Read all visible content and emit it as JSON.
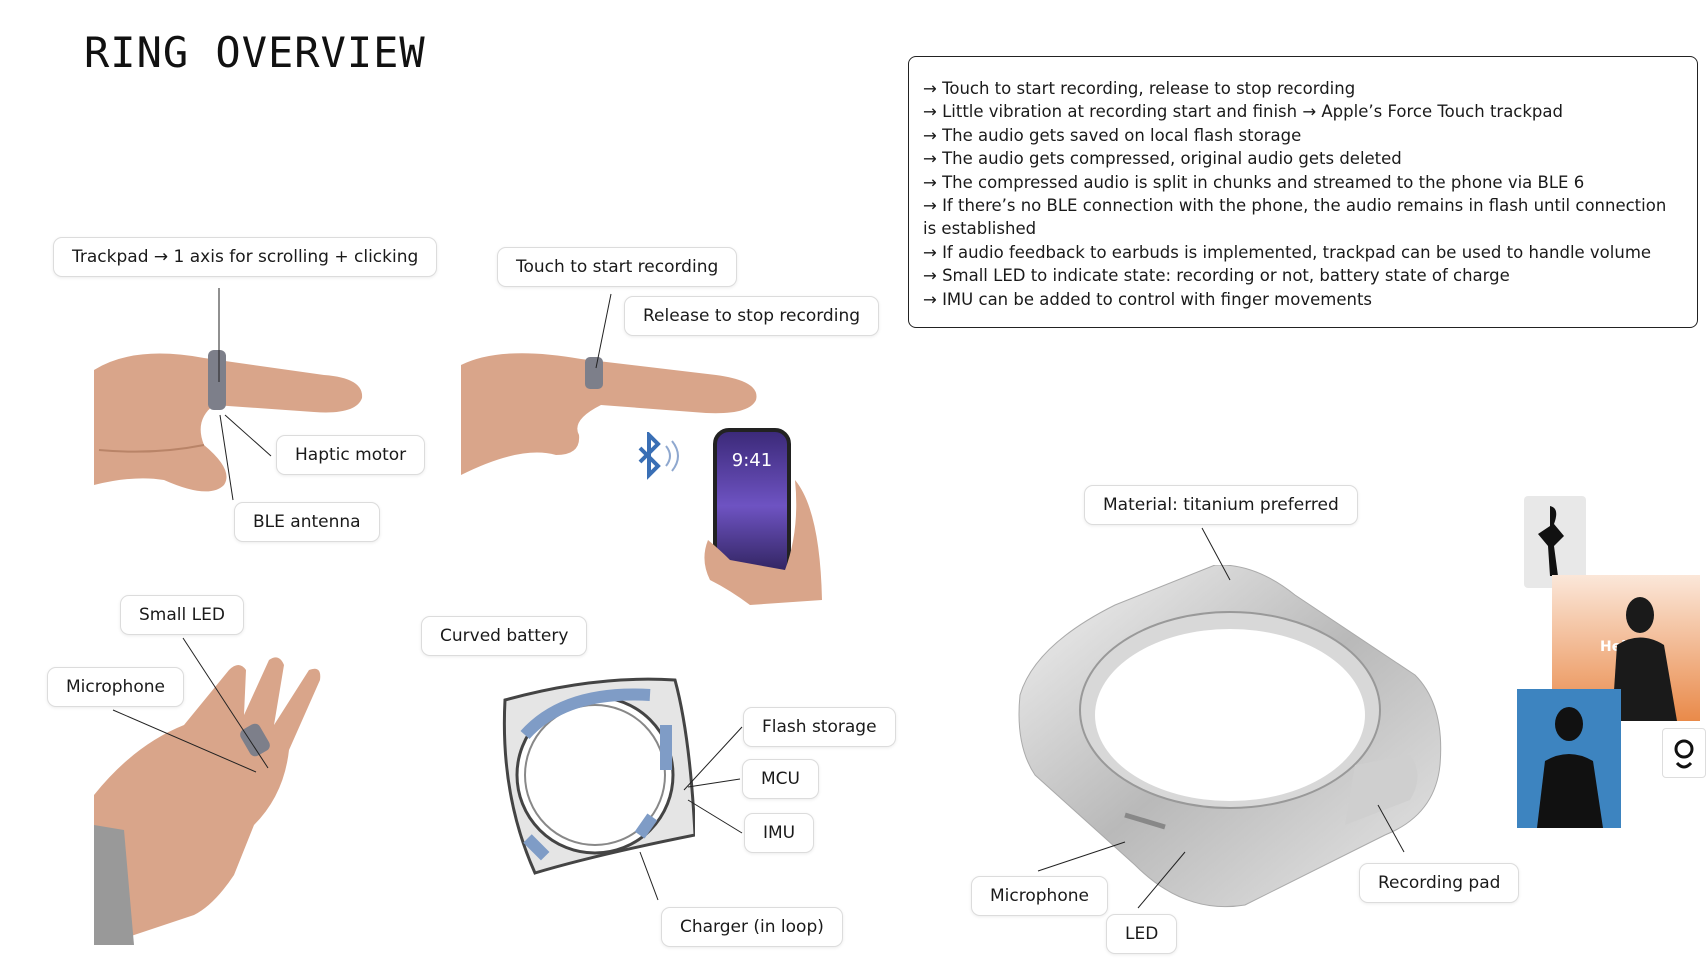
{
  "title": "RING OVERVIEW",
  "notes": [
    "→ Touch to start recording, release to stop recording",
    "→ Little vibration at recording start and finish → Apple’s Force Touch trackpad",
    "→ The audio gets saved on local flash storage",
    "→ The audio gets compressed, original audio gets deleted",
    "→ The compressed audio is split in chunks and streamed to the phone via BLE 6",
    "→ If there’s no BLE connection with the phone, the audio remains in flash until connection is established",
    "→ If audio feedback to earbuds is implemented, trackpad can be used to handle volume",
    "→ Small LED to indicate state: recording or not, battery state of charge",
    "→ IMU can be added to control with finger movements"
  ],
  "labels": {
    "trackpad": "Trackpad → 1 axis for scrolling + clicking",
    "haptic": "Haptic motor",
    "ble": "BLE antenna",
    "touch": "Touch to start recording",
    "release": "Release to stop recording",
    "small_led": "Small LED",
    "mic1": "Microphone",
    "battery": "Curved battery",
    "flash": "Flash storage",
    "mcu": "MCU",
    "imu": "IMU",
    "charger": "Charger (in loop)",
    "material": "Material: titanium preferred",
    "mic2": "Microphone",
    "led": "LED",
    "rec_pad": "Recording pad"
  },
  "phone": {
    "time": "9:41"
  },
  "brand": "Helione",
  "colors": {
    "ring_gray": "#7d7f8a",
    "battery_blue": "#7f9cc6",
    "bluetooth_blue": "#3a6fb5",
    "photo_blue": "#3d84c0",
    "photo_orange": "#e98a4a"
  }
}
